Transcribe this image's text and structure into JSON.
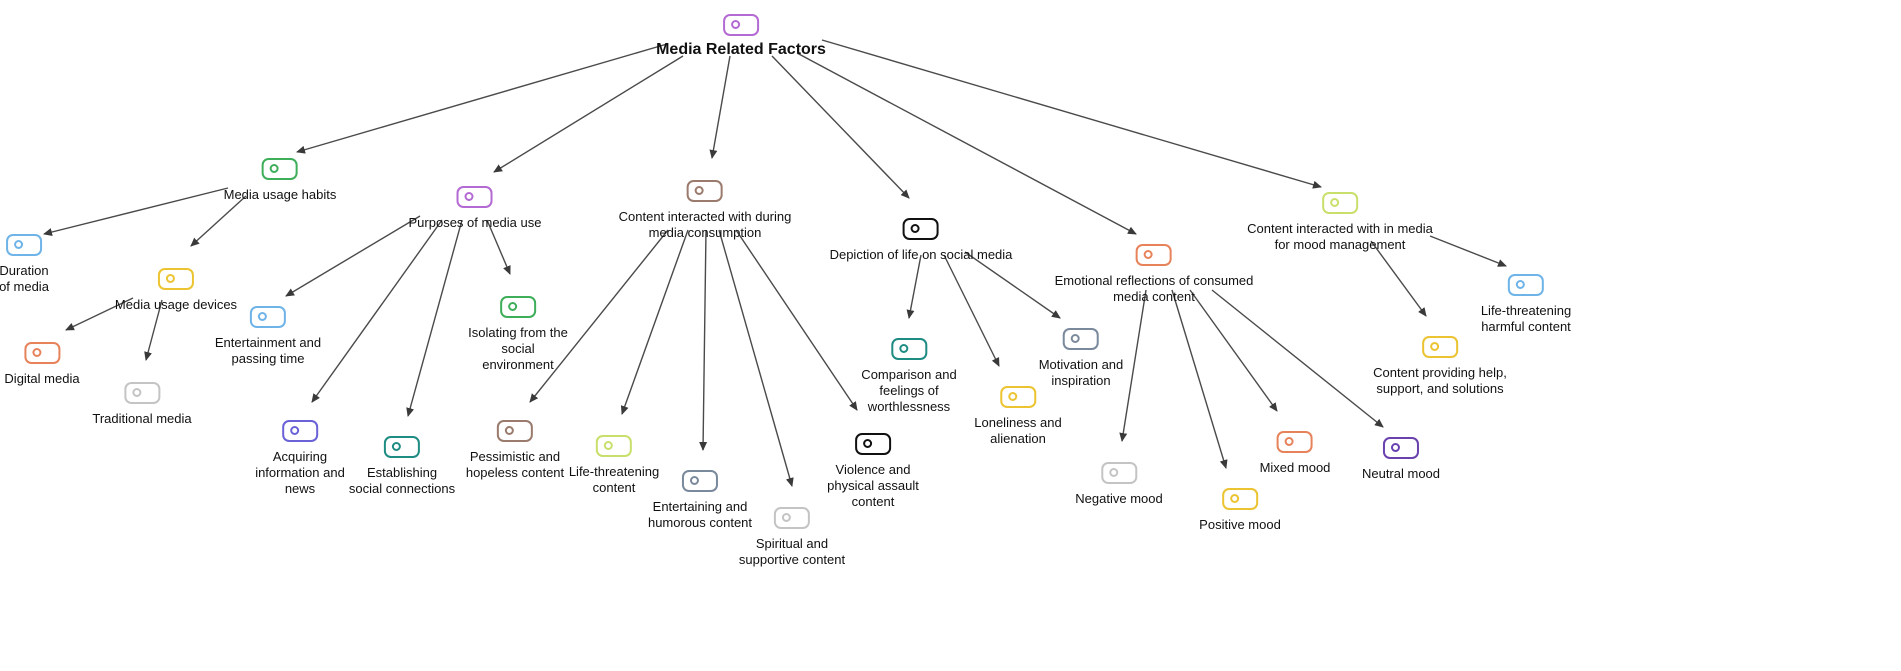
{
  "diagram": {
    "root": {
      "id": "root",
      "label": "Media Related Factors",
      "icon": "tag-icon",
      "color": "#b46ad3"
    },
    "nodes": [
      {
        "id": "habits",
        "label": "Media usage habits",
        "color": "#3fae5a"
      },
      {
        "id": "duration",
        "label": "Duration\nof media",
        "color": "#6fb4e8"
      },
      {
        "id": "devices",
        "label": "Media usage devices",
        "color": "#ecc431"
      },
      {
        "id": "digital",
        "label": "Digital media",
        "color": "#e7835b"
      },
      {
        "id": "traditional",
        "label": "Traditional media",
        "color": "#c4c4c4"
      },
      {
        "id": "purposes",
        "label": "Purposes of media use",
        "color": "#b46ad3"
      },
      {
        "id": "entertain_time",
        "label": "Entertainment and\npassing time",
        "color": "#6fb4e8"
      },
      {
        "id": "isolating",
        "label": "Isolating from the\nsocial\nenvironment",
        "color": "#3fae5a"
      },
      {
        "id": "acquiring",
        "label": "Acquiring\ninformation and\nnews",
        "color": "#6a62d6"
      },
      {
        "id": "establishing",
        "label": "Establishing\nsocial connections",
        "color": "#1f8c83"
      },
      {
        "id": "content",
        "label": "Content interacted with during\nmedia consumption",
        "color": "#9a7b6d"
      },
      {
        "id": "pessimistic",
        "label": "Pessimistic and\nhopeless content",
        "color": "#9a7b6d"
      },
      {
        "id": "life_threat",
        "label": "Life-threatening\ncontent",
        "color": "#c8e06b"
      },
      {
        "id": "entertaining",
        "label": "Entertaining and\nhumorous content",
        "color": "#7a8a9c"
      },
      {
        "id": "spiritual",
        "label": "Spiritual and\nsupportive content",
        "color": "#c4c4c4"
      },
      {
        "id": "violence",
        "label": "Violence and\nphysical assault\ncontent",
        "color": "#111111"
      },
      {
        "id": "depiction",
        "label": "Depiction of life on social media",
        "color": "#111111"
      },
      {
        "id": "comparison",
        "label": "Comparison and\nfeelings of\nworthlessness",
        "color": "#1f8c83"
      },
      {
        "id": "loneliness",
        "label": "Loneliness and\nalienation",
        "color": "#ecc431"
      },
      {
        "id": "motivation",
        "label": "Motivation and\ninspiration",
        "color": "#7a8a9c"
      },
      {
        "id": "emotional",
        "label": "Emotional reflections of consumed\nmedia content",
        "color": "#e7835b"
      },
      {
        "id": "negative",
        "label": "Negative mood",
        "color": "#c4c4c4"
      },
      {
        "id": "positive",
        "label": "Positive mood",
        "color": "#ecc431"
      },
      {
        "id": "mixed",
        "label": "Mixed mood",
        "color": "#e7835b"
      },
      {
        "id": "neutral",
        "label": "Neutral mood",
        "color": "#6a42b0"
      },
      {
        "id": "mood_mgmt",
        "label": "Content interacted with in media\nfor mood management",
        "color": "#c8e06b"
      },
      {
        "id": "help",
        "label": "Content providing help,\nsupport, and solutions",
        "color": "#ecc431"
      },
      {
        "id": "harmful",
        "label": "Life-threatening\nharmful content",
        "color": "#6fb4e8"
      }
    ],
    "edges": [
      [
        "root",
        "habits"
      ],
      [
        "root",
        "purposes"
      ],
      [
        "root",
        "content"
      ],
      [
        "root",
        "depiction"
      ],
      [
        "root",
        "emotional"
      ],
      [
        "root",
        "mood_mgmt"
      ],
      [
        "habits",
        "duration"
      ],
      [
        "habits",
        "devices"
      ],
      [
        "devices",
        "digital"
      ],
      [
        "devices",
        "traditional"
      ],
      [
        "purposes",
        "entertain_time"
      ],
      [
        "purposes",
        "isolating"
      ],
      [
        "purposes",
        "acquiring"
      ],
      [
        "purposes",
        "establishing"
      ],
      [
        "content",
        "pessimistic"
      ],
      [
        "content",
        "life_threat"
      ],
      [
        "content",
        "entertaining"
      ],
      [
        "content",
        "spiritual"
      ],
      [
        "content",
        "violence"
      ],
      [
        "depiction",
        "comparison"
      ],
      [
        "depiction",
        "loneliness"
      ],
      [
        "depiction",
        "motivation"
      ],
      [
        "emotional",
        "negative"
      ],
      [
        "emotional",
        "positive"
      ],
      [
        "emotional",
        "mixed"
      ],
      [
        "emotional",
        "neutral"
      ],
      [
        "mood_mgmt",
        "help"
      ],
      [
        "mood_mgmt",
        "harmful"
      ]
    ]
  }
}
